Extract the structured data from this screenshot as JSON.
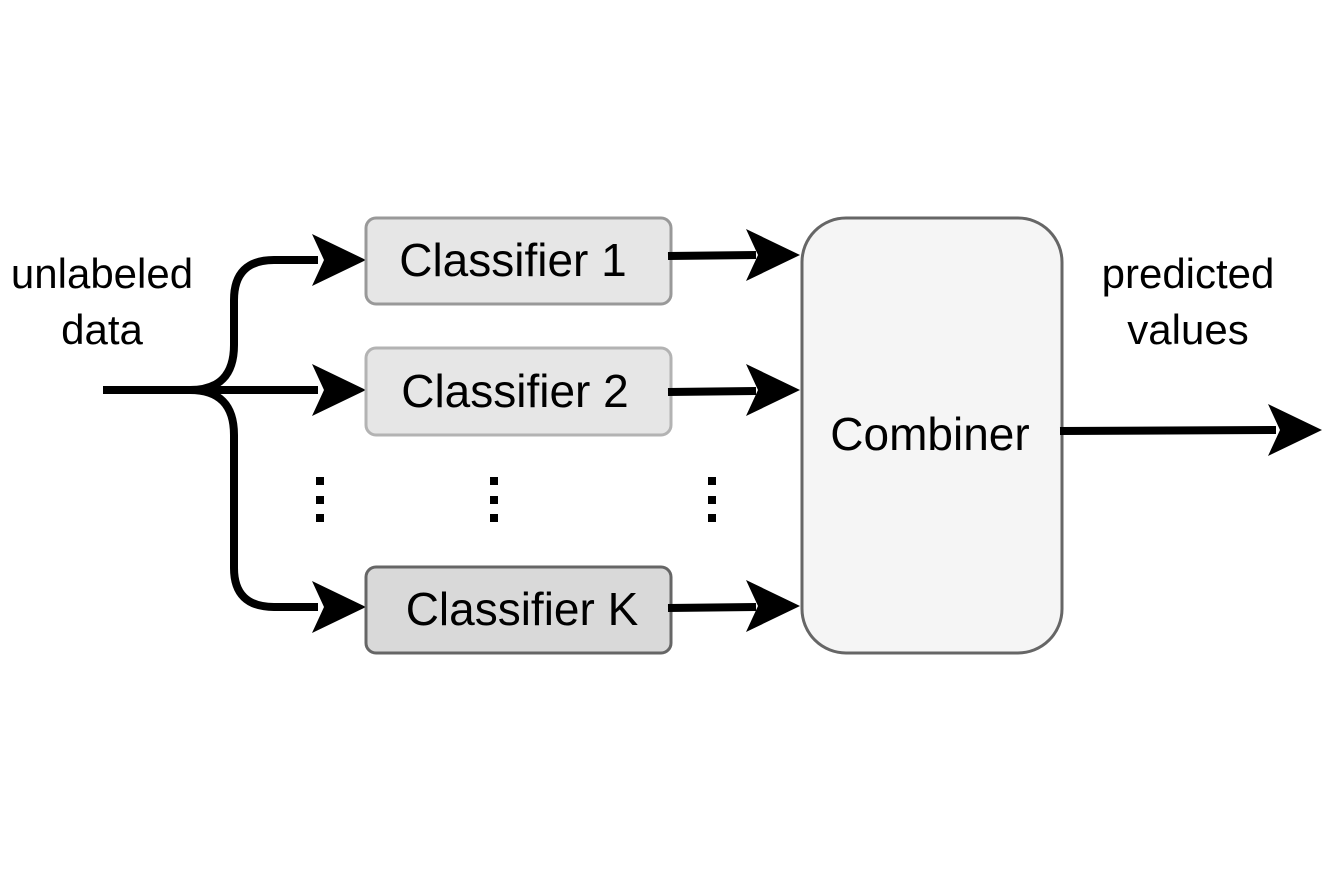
{
  "diagram": {
    "input_label_line1": "unlabeled",
    "input_label_line2": "data",
    "output_label_line1": "predicted",
    "output_label_line2": "values",
    "classifiers": [
      {
        "label": "Classifier 1",
        "fill": "#e6e6e6",
        "stroke": "#999999"
      },
      {
        "label": "Classifier 2",
        "fill": "#e6e6e6",
        "stroke": "#b3b3b3"
      },
      {
        "label": "Classifier K",
        "fill": "#d9d9d9",
        "stroke": "#666666"
      }
    ],
    "combiner": {
      "label": "Combiner",
      "fill": "#f5f5f5",
      "stroke": "#666666"
    },
    "ellipsis_symbol": "⋮"
  }
}
